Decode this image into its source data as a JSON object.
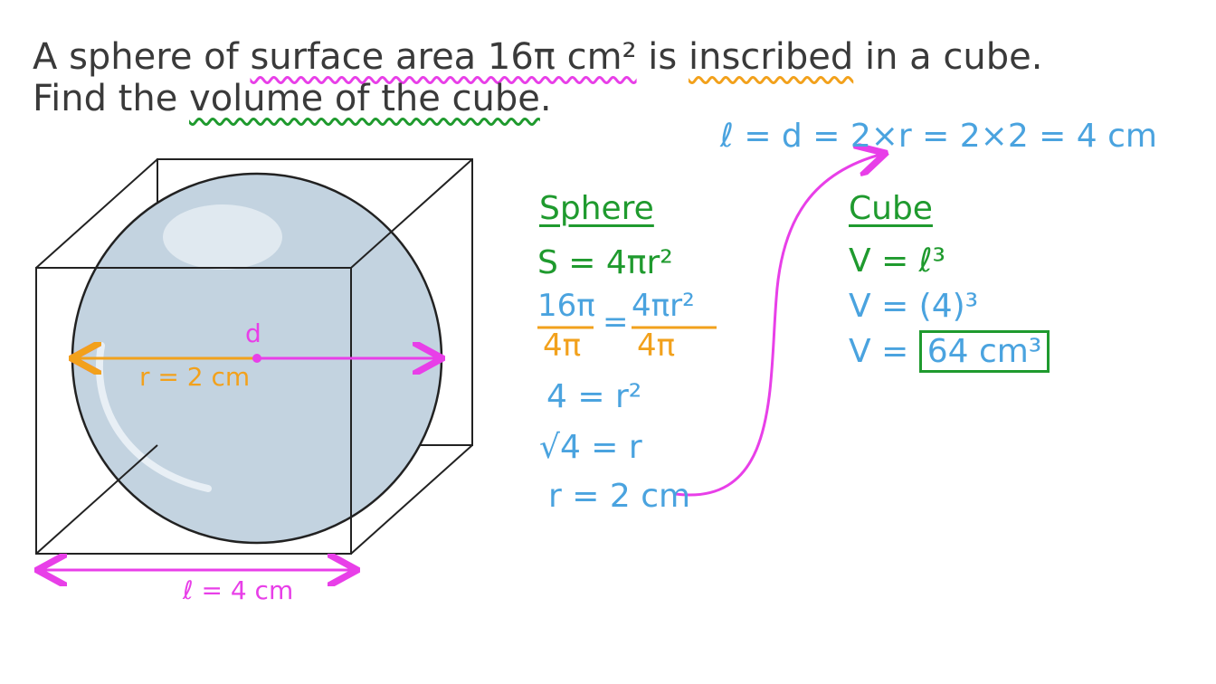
{
  "problem": {
    "line1_a": "A sphere of ",
    "line1_surface": "surface area 16π cm²",
    "line1_b": " is ",
    "line1_inscribed": "inscribed",
    "line1_c": " in a cube.",
    "line2_a": "Find the ",
    "line2_volume": "volume of the cube",
    "line2_b": "."
  },
  "diagram": {
    "label_d": "d",
    "label_r": "r = 2 cm",
    "label_l": "ℓ = 4 cm"
  },
  "sphere_work": {
    "heading": "Sphere",
    "formula": "S = 4πr²",
    "frac_left_num": "16π",
    "frac_left_den": "4π",
    "equals": "=",
    "frac_right_num": "4πr²",
    "frac_right_den": "4π",
    "step3": "4 = r²",
    "step4": "√4 = r",
    "step5": "r = 2 cm"
  },
  "top_equation": "ℓ = d = 2×r = 2×2 = 4 cm",
  "cube_work": {
    "heading": "Cube",
    "formula": "V = ℓ³",
    "step2": "V = (4)³",
    "step3_prefix": "V =",
    "answer": "64 cm³"
  },
  "colors": {
    "blue": "#4aa3df",
    "green": "#1f9a2e",
    "orange": "#f2a11c",
    "pink": "#e83fe8",
    "sphere_fill": "#c3d3e0"
  }
}
